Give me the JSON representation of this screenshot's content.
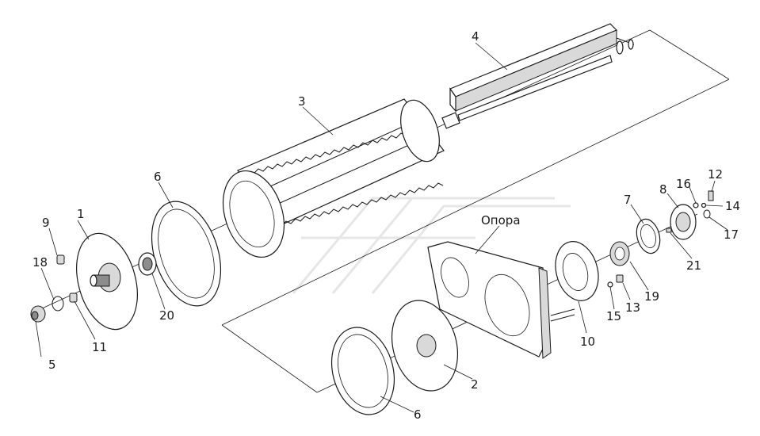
{
  "diagram": {
    "callouts": [
      {
        "id": "c1",
        "label": "1"
      },
      {
        "id": "c2",
        "label": "2"
      },
      {
        "id": "c3",
        "label": "3"
      },
      {
        "id": "c4",
        "label": "4"
      },
      {
        "id": "c5",
        "label": "5"
      },
      {
        "id": "c6a",
        "label": "6"
      },
      {
        "id": "c6b",
        "label": "6"
      },
      {
        "id": "c7",
        "label": "7"
      },
      {
        "id": "c8",
        "label": "8"
      },
      {
        "id": "c9",
        "label": "9"
      },
      {
        "id": "c10",
        "label": "10"
      },
      {
        "id": "c11",
        "label": "11"
      },
      {
        "id": "c12",
        "label": "12"
      },
      {
        "id": "c13",
        "label": "13"
      },
      {
        "id": "c14",
        "label": "14"
      },
      {
        "id": "c15",
        "label": "15"
      },
      {
        "id": "c16",
        "label": "16"
      },
      {
        "id": "c17",
        "label": "17"
      },
      {
        "id": "c18",
        "label": "18"
      },
      {
        "id": "c19",
        "label": "19"
      },
      {
        "id": "c20",
        "label": "20"
      },
      {
        "id": "c21",
        "label": "21"
      },
      {
        "id": "opora",
        "label": "Опора"
      }
    ]
  }
}
